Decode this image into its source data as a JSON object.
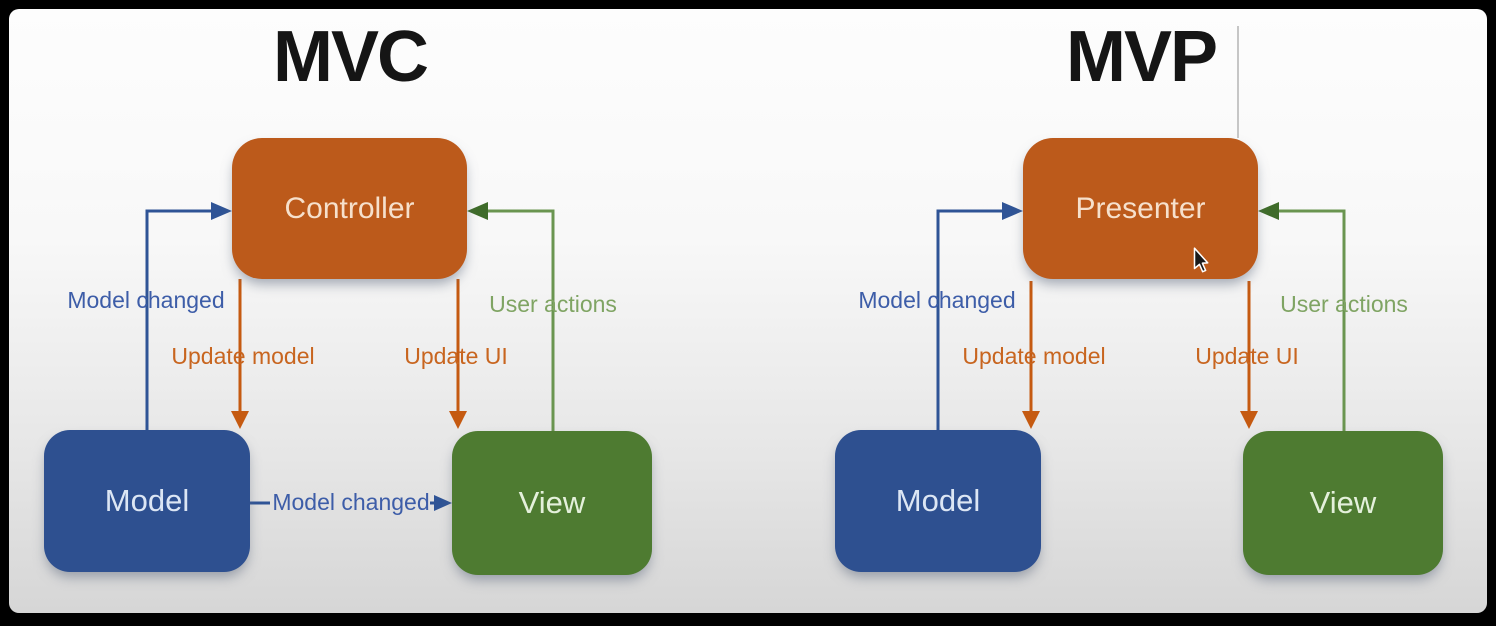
{
  "theme": {
    "orange": "#BC5A1B",
    "orange_line": "#C55A11",
    "orange_text": "#C8651F",
    "orange_box_text": "#F6E0CC",
    "blue": "#2E5090",
    "blue_line": "#2F5496",
    "blue_text": "#3D5DA8",
    "blue_box_text": "#DCE6F4",
    "green": "#4E7B31",
    "green_line": "#6A9550",
    "green_head": "#3F6C2A",
    "green_text": "#7FA463",
    "green_box_text": "#E4F0DB",
    "frame": "#000000",
    "title_color": "#151515"
  },
  "diagrams": [
    {
      "title": "MVC",
      "top_box": "Controller",
      "left_box": "Model",
      "right_box": "View",
      "labels": {
        "model_changed_up": "Model changed",
        "update_model": "Update model",
        "update_ui": "Update UI",
        "user_actions": "User actions",
        "model_changed_across": "Model changed"
      },
      "has_model_view_arrow": true
    },
    {
      "title": "MVP",
      "top_box": "Presenter",
      "left_box": "Model",
      "right_box": "View",
      "labels": {
        "model_changed_up": "Model changed",
        "update_model": "Update model",
        "update_ui": "Update UI",
        "user_actions": "User actions"
      },
      "has_model_view_arrow": false
    }
  ],
  "cursor": {
    "visible": true
  }
}
